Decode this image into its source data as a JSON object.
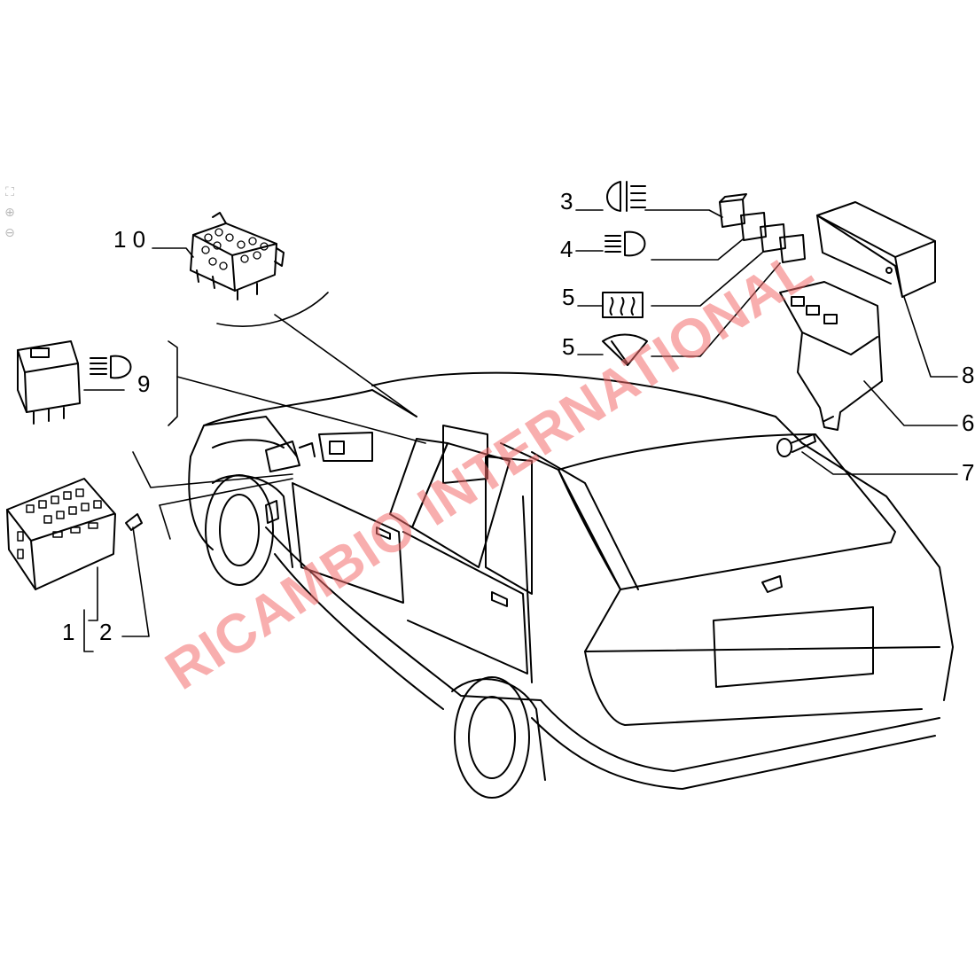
{
  "diagram": {
    "callouts": {
      "c1": "1",
      "c2": "2",
      "c3": "3",
      "c4": "4",
      "c5a": "5",
      "c5b": "5",
      "c6": "6",
      "c7": "7",
      "c8": "8",
      "c9": "9",
      "c10": "1 0"
    },
    "watermark": "RICAMBIO INTERNATIONAL",
    "watermark_color": "#f26b6b"
  },
  "viewer_tools": [
    {
      "icon": "fit-screen-icon",
      "glyph": "⛶"
    },
    {
      "icon": "zoom-in-icon",
      "glyph": "⊕"
    },
    {
      "icon": "zoom-out-icon",
      "glyph": "⊖"
    }
  ]
}
